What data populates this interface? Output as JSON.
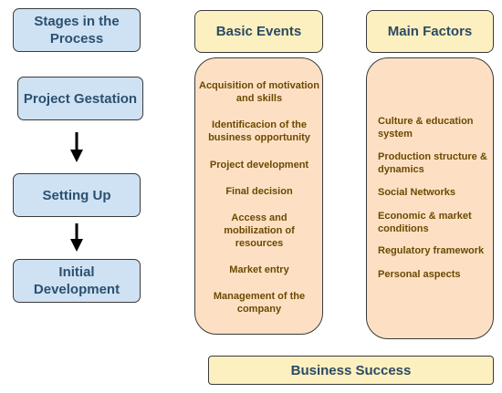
{
  "stages": {
    "title": "Stages in the Process",
    "items": [
      "Project Gestation",
      "Setting Up",
      "Initial Development"
    ]
  },
  "basic_events": {
    "title": "Basic Events",
    "items": [
      "Acquisition of motivation and skills",
      "Identificacion of the business opportunity",
      "Project development",
      "Final decision",
      "Access and mobilization of resources",
      "Market entry",
      "Management of the company"
    ]
  },
  "main_factors": {
    "title": "Main Factors",
    "items": [
      "Culture & education system",
      "Production structure & dynamics",
      "Social Networks",
      "Economic & market conditions",
      "Regulatory framework",
      "Personal aspects"
    ]
  },
  "outcome": {
    "label": "Business Success"
  },
  "colors": {
    "stage_fill": "#cfe2f3",
    "header_fill": "#fdf0c0",
    "panel_fill": "#fde0c4",
    "item_text": "#6a4a00",
    "title_text": "#2b4a63"
  }
}
